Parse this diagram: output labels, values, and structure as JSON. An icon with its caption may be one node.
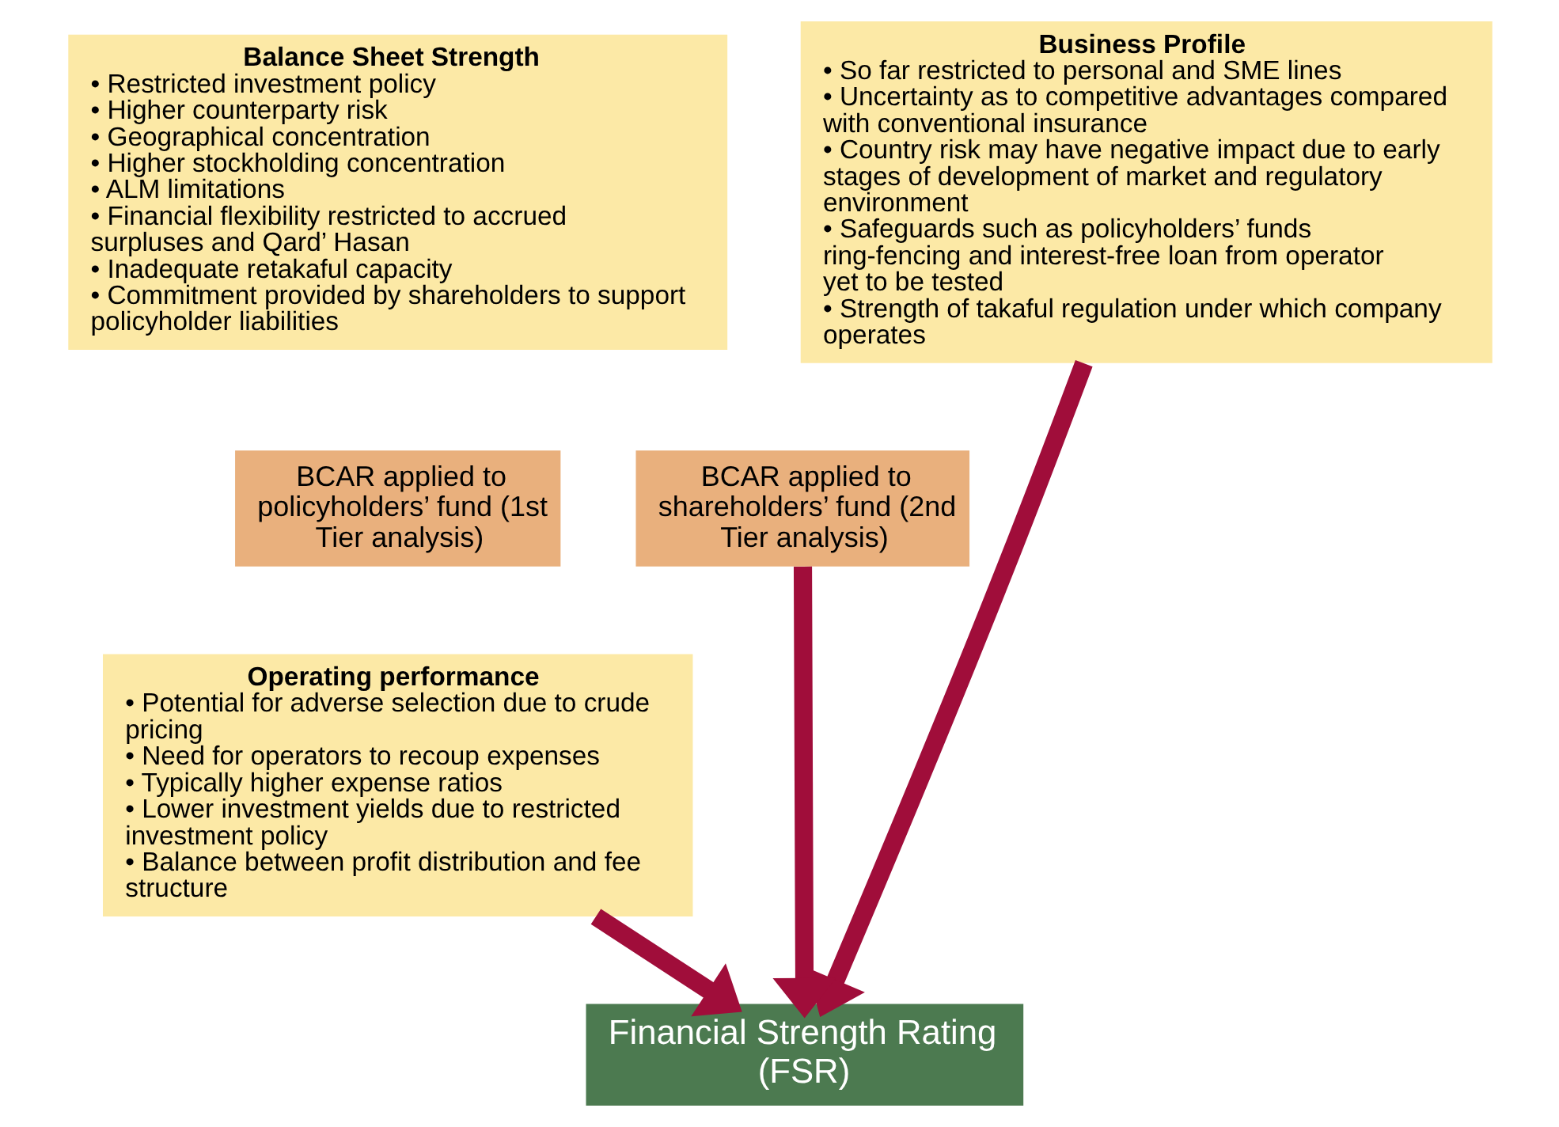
{
  "diagram": {
    "nodes": [
      {
        "text": [
          "Balance Sheet Strength",
          "• Restricted investment policy",
          "• Higher counterparty risk",
          "• Geographical concentration",
          "• Higher stockholding concentration",
          "• ALM limitations",
          "• Financial flexibility restricted to accrued surpluses and Qard’ Hasan",
          "• Inadequate retakaful capacity",
          "• Commitment provided by shareholders to support policyholder liabilities"
        ]
      },
      {
        "text": [
          "Business Profile",
          "• So far restricted to personal and SME lines",
          "• Uncertainty as to competitive advantages compared with conventional insurance",
          "• Country risk may have negative impact due to early stages of development of market and regulatory environment",
          "• Safeguards such as policyholders’ funds ring-fencing and interest-free loan from operator yet to be tested",
          "• Strength of takaful regulation under which company operates"
        ]
      },
      {
        "text": [
          "BCAR applied to policyholders’ fund (1st Tier analysis)"
        ]
      },
      {
        "text": [
          "BCAR applied to shareholders’ fund (2nd Tier analysis)"
        ]
      },
      {
        "text": [
          "Operating performance",
          "• Potential for adverse selection due to crude pricing",
          "• Need for operators to recoup expenses",
          "• Typically higher expense ratios",
          "• Lower investment yields due to restricted investment policy",
          "• Balance between profit distribution and fee structure"
        ]
      },
      {
        "text": [
          "Financial Strength Rating (FSR)"
        ]
      }
    ],
    "edges": [
      {
        "from": 1,
        "to": 5,
        "arrow": "to"
      },
      {
        "from": 3,
        "to": 5,
        "arrow": "to"
      },
      {
        "from": 4,
        "to": 5,
        "arrow": "to"
      }
    ]
  }
}
